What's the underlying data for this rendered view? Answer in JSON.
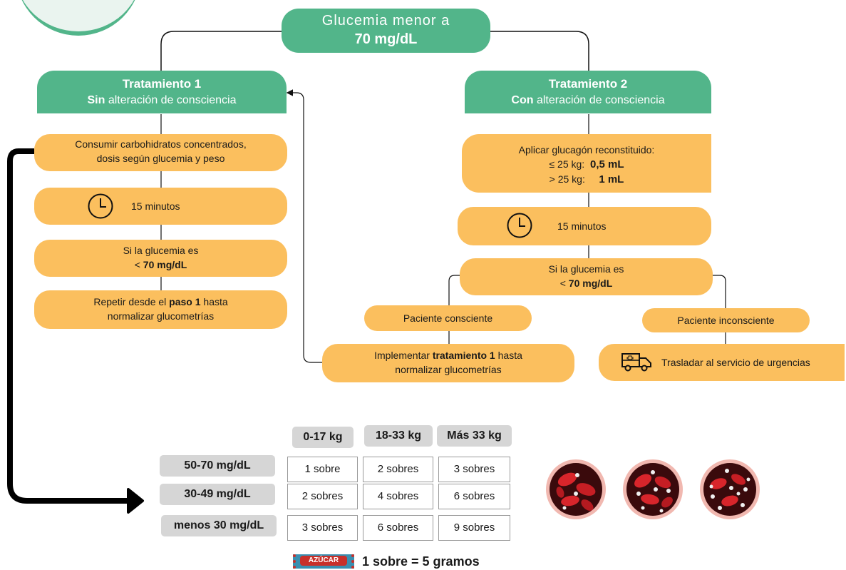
{
  "colors": {
    "green": "#52b58a",
    "orange": "#fbbf5e",
    "gray": "#d6d6d6",
    "red": "#c61e24"
  },
  "top": {
    "line1": "Glucemia menor a",
    "line2": "70 mg/dL"
  },
  "t1": {
    "title": "Tratamiento 1",
    "sub_bold": "Sin",
    "sub_rest": " alteración de consciencia"
  },
  "t2": {
    "title": "Tratamiento 2",
    "sub_bold": "Con",
    "sub_rest": " alteración de consciencia"
  },
  "left": {
    "s1": {
      "l1": "Consumir carbohidratos concentrados,",
      "l2": "dosis según glucemia y peso"
    },
    "s2": {
      "text": "15 minutos",
      "icon": "clock-icon"
    },
    "s3": {
      "l1": "Si la glucemia es",
      "lt": "< ",
      "bold": "70 mg/dL"
    },
    "s4": {
      "pre": "Repetir desde el ",
      "bold": "paso 1",
      "post": " hasta",
      "l2": "normalizar glucometrías"
    }
  },
  "right": {
    "s1": {
      "l1": "Aplicar glucagón reconstituido:",
      "r1a": "≤ 25 kg:",
      "r1b": "0,5 mL",
      "r2a": "> 25 kg:",
      "r2b": "1 mL"
    },
    "s2": {
      "text": "15 minutos",
      "icon": "clock-icon"
    },
    "s3": {
      "l1": "Si la glucemia es",
      "lt": "< ",
      "bold": "70 mg/dL"
    },
    "conscious": "Paciente consciente",
    "unconscious": "Paciente inconsciente",
    "implement": {
      "pre": "Implementar ",
      "bold": "tratamiento 1",
      "post": " hasta",
      "l2": "normalizar glucometrías"
    },
    "transfer": {
      "text": "Trasladar al servicio de urgencias",
      "icon": "ambulance-icon"
    }
  },
  "table": {
    "cols": [
      "0-17 kg",
      "18-33 kg",
      "Más 33 kg"
    ],
    "rows": [
      {
        "label": "50-70 mg/dL",
        "cells": [
          "1 sobre",
          "2 sobres",
          "3 sobres"
        ]
      },
      {
        "label": "30-49 mg/dL",
        "cells": [
          "2 sobres",
          "4 sobres",
          "6 sobres"
        ]
      },
      {
        "label": "menos 30 mg/dL",
        "cells": [
          "3 sobres",
          "6 sobres",
          "9 sobres"
        ]
      }
    ]
  },
  "footer": {
    "packet": "AZÚCAR",
    "text": "1 sobre = 5 gramos"
  }
}
